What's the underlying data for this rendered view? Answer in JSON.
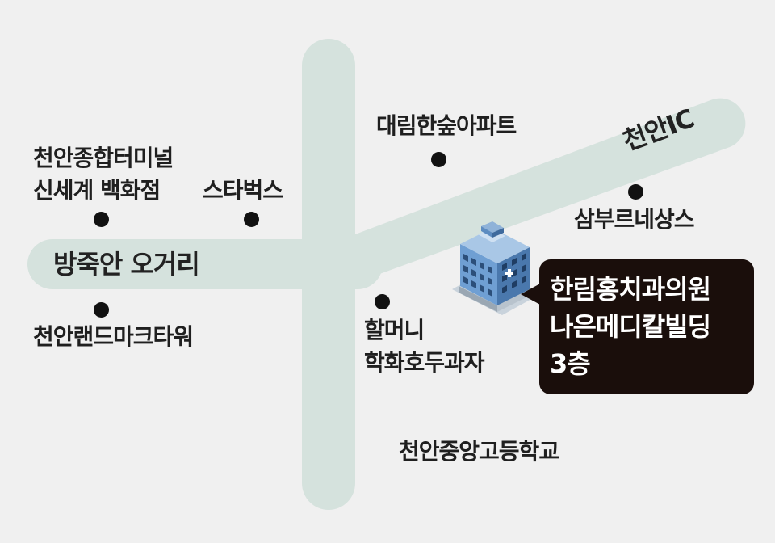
{
  "map": {
    "roads": {
      "horizontal_name": "방죽안 오거리",
      "diagonal_name": "천안IC"
    },
    "landmarks": [
      {
        "id": "terminal",
        "lines": [
          "천안종합터미널",
          "신세계 백화점"
        ]
      },
      {
        "id": "starbucks",
        "lines": [
          "스타벅스"
        ]
      },
      {
        "id": "daelim",
        "lines": [
          "대림한숲아파트"
        ]
      },
      {
        "id": "samburu",
        "lines": [
          "삼부르네상스"
        ]
      },
      {
        "id": "landmark-tower",
        "lines": [
          "천안랜드마크타워"
        ]
      },
      {
        "id": "halmeoni",
        "lines": [
          "할머니",
          "학화호두과자"
        ]
      },
      {
        "id": "high-school",
        "lines": [
          "천안중앙고등학교"
        ]
      }
    ],
    "destination": {
      "lines": [
        "한림홍치과의원",
        "나은메디칼빌딩",
        "3층"
      ]
    },
    "colors": {
      "background": "#f0f0f0",
      "road": "#d5e2dd",
      "callout": "#1a0e0b",
      "marker": "#111111"
    }
  }
}
